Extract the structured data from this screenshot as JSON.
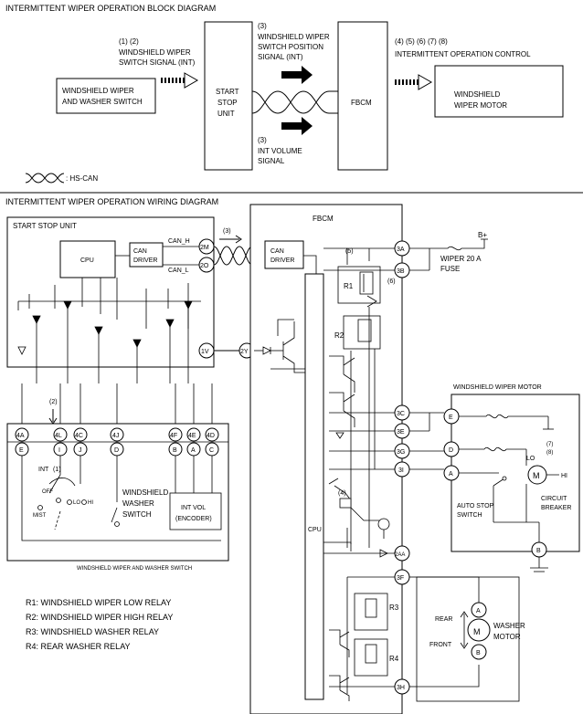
{
  "block": {
    "title": "INTERMITTENT WIPER OPERATION BLOCK DIAGRAM",
    "ref_12": "(1) (2)",
    "ref_3a": "(3)",
    "ref_3b": "(3)",
    "ref_45678": "(4) (5) (6) (7) (8)",
    "switch_signal_1": "WINDSHIELD WIPER",
    "switch_signal_2": "SWITCH SIGNAL (INT)",
    "position_signal_1": "WINDSHIELD WIPER",
    "position_signal_2": "SWITCH POSITION",
    "position_signal_3": "SIGNAL (INT)",
    "volume_signal_1": "INT VOLUME",
    "volume_signal_2": "SIGNAL",
    "intermittent_control": "INTERMITTENT OPERATION CONTROL",
    "switch_box_1": "WINDSHIELD WIPER",
    "switch_box_2": "AND WASHER SWITCH",
    "ssu_1": "START",
    "ssu_2": "STOP",
    "ssu_3": "UNIT",
    "fbcm": "FBCM",
    "motor_1": "WINDSHIELD",
    "motor_2": "WIPER MOTOR",
    "legend": ": HS-CAN"
  },
  "wiring": {
    "title": "INTERMITTENT WIPER OPERATION WIRING DIAGRAM",
    "ssu_title": "START STOP UNIT",
    "fbcm_title": "FBCM",
    "cpu": "CPU",
    "can_driver_1": "CAN",
    "can_driver_2": "DRIVER",
    "can_h": "CAN_H",
    "can_l": "CAN_L",
    "ref_3": "(3)",
    "ref_2": "(2)",
    "ref_1": "(1)",
    "ref_4": "(4)",
    "ref_5": "(5)",
    "ref_6": "(6)",
    "ref_7": "(7)",
    "ref_8": "(8)",
    "terms_ssu": [
      "2M",
      "2O",
      "1V"
    ],
    "term_2y": "2Y",
    "terms_fbcm": [
      "3A",
      "3B",
      "3C",
      "3E",
      "3G",
      "3I",
      "2AA",
      "3F",
      "3H"
    ],
    "b_plus": "B+",
    "fuse_1": "WIPER 20 A",
    "fuse_2": "FUSE",
    "r1": "R1",
    "r2": "R2",
    "r3": "R3",
    "r4": "R4",
    "conn_top": [
      "4A",
      "4L",
      "4C",
      "4J",
      "4F",
      "4E",
      "4D"
    ],
    "conn_bot": [
      "E",
      "I",
      "J",
      "D",
      "B",
      "A",
      "C"
    ],
    "int": "INT",
    "off": "OFF",
    "mist": "MIST",
    "lo": "LO",
    "hi": "HI",
    "washer_sw_1": "WINDSHIELD",
    "washer_sw_2": "WASHER",
    "washer_sw_3": "SWITCH",
    "int_vol_1": "INT VOL",
    "int_vol_2": "(ENCODER)",
    "switch_caption": "WINDSHIELD WIPER AND WASHER SWITCH",
    "motor_title": "WINDSHIELD WIPER MOTOR",
    "motor_terms": [
      "E",
      "D",
      "A",
      "B"
    ],
    "m_lo": "LO",
    "m_hi": "HI",
    "m_letter": "M",
    "auto_stop_1": "AUTO STOP",
    "auto_stop_2": "SWITCH",
    "breaker_1": "CIRCUIT",
    "breaker_2": "BREAKER",
    "washer_terms": [
      "A",
      "B"
    ],
    "rear": "REAR",
    "front": "FRONT",
    "washer_motor_1": "WASHER",
    "washer_motor_2": "MOTOR",
    "legend": [
      "R1: WINDSHIELD WIPER LOW RELAY",
      "R2: WINDSHIELD WIPER HIGH RELAY",
      "R3: WINDSHIELD WASHER RELAY",
      "R4: REAR WASHER RELAY"
    ]
  }
}
